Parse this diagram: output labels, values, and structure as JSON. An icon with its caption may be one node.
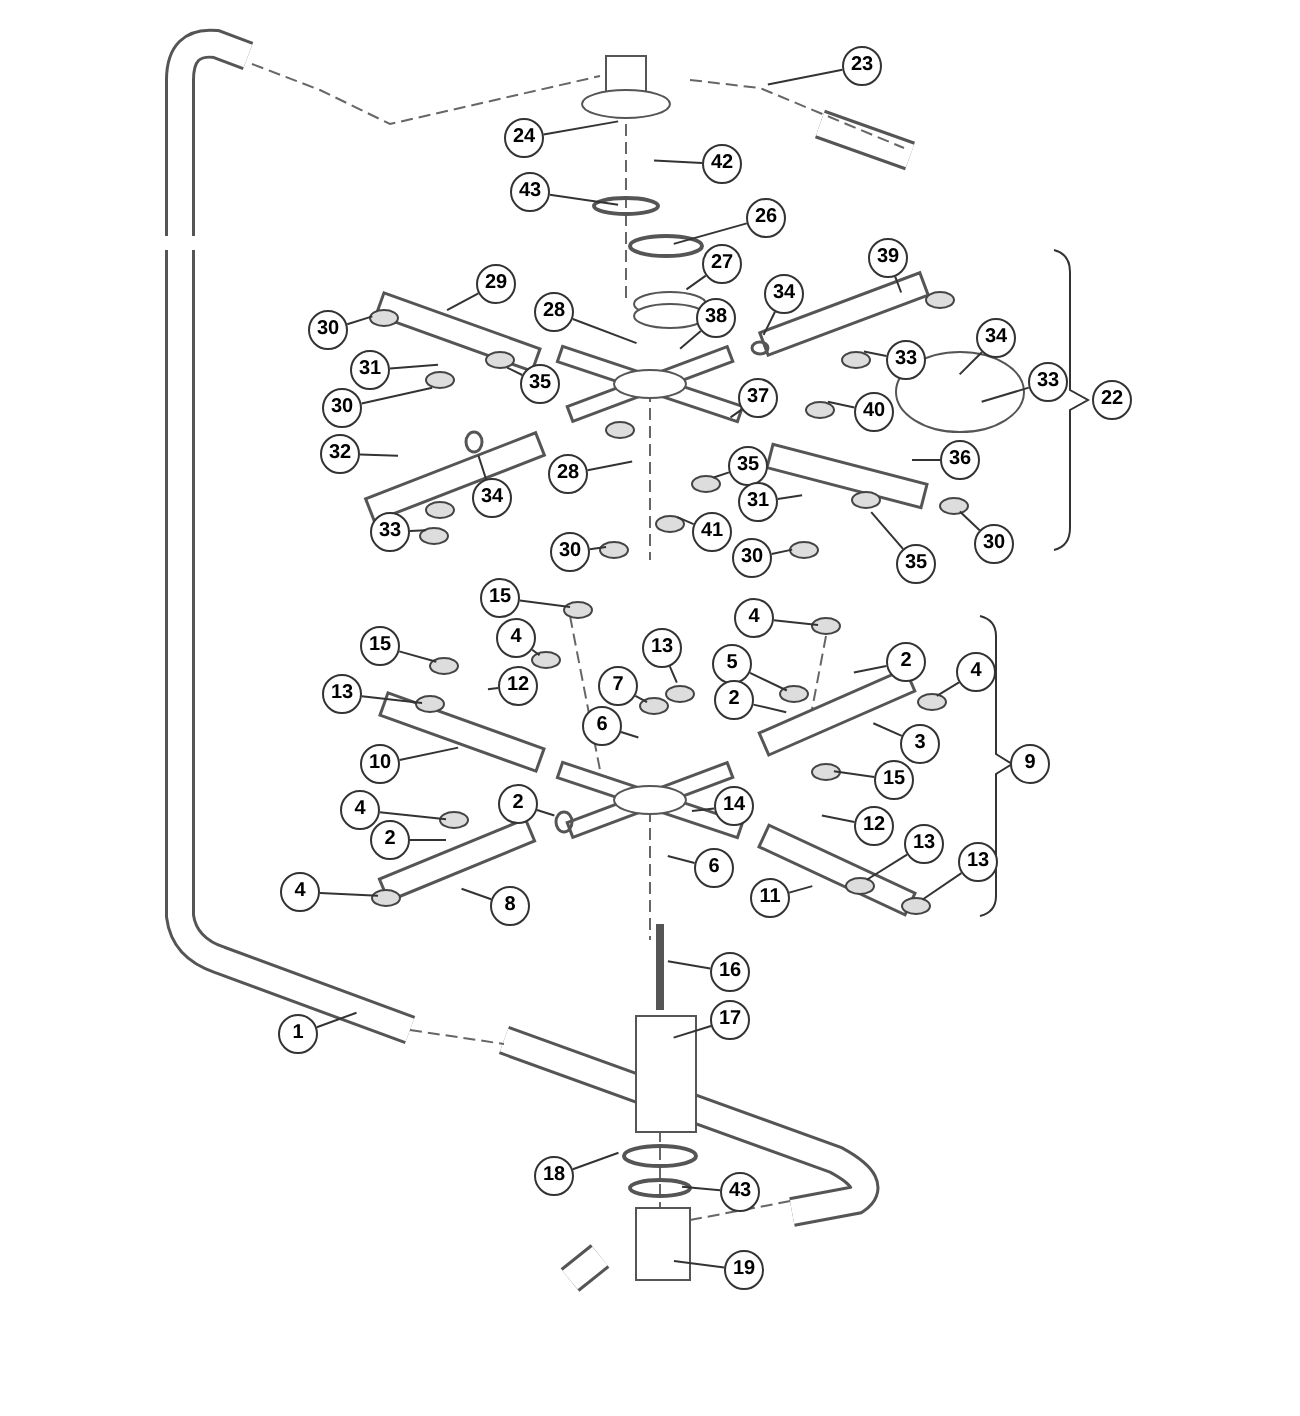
{
  "diagram": {
    "nodes": [
      {
        "text": [
          "23"
        ]
      },
      {
        "text": [
          "24"
        ]
      },
      {
        "text": [
          "42"
        ]
      },
      {
        "text": [
          "43"
        ]
      },
      {
        "text": [
          "26"
        ]
      },
      {
        "text": [
          "39"
        ]
      },
      {
        "text": [
          "27"
        ]
      },
      {
        "text": [
          "29"
        ]
      },
      {
        "text": [
          "34"
        ]
      },
      {
        "text": [
          "28"
        ]
      },
      {
        "text": [
          "38"
        ]
      },
      {
        "text": [
          "30"
        ]
      },
      {
        "text": [
          "34"
        ]
      },
      {
        "text": [
          "33"
        ]
      },
      {
        "text": [
          "31"
        ]
      },
      {
        "text": [
          "35"
        ]
      },
      {
        "text": [
          "33"
        ]
      },
      {
        "text": [
          "37"
        ]
      },
      {
        "text": [
          "22"
        ]
      },
      {
        "text": [
          "30"
        ]
      },
      {
        "text": [
          "40"
        ]
      },
      {
        "text": [
          "32"
        ]
      },
      {
        "text": [
          "36"
        ]
      },
      {
        "text": [
          "35"
        ]
      },
      {
        "text": [
          "28"
        ]
      },
      {
        "text": [
          "34"
        ]
      },
      {
        "text": [
          "31"
        ]
      },
      {
        "text": [
          "33"
        ]
      },
      {
        "text": [
          "41"
        ]
      },
      {
        "text": [
          "30"
        ]
      },
      {
        "text": [
          "30"
        ]
      },
      {
        "text": [
          "30"
        ]
      },
      {
        "text": [
          "35"
        ]
      },
      {
        "text": [
          "15"
        ]
      },
      {
        "text": [
          "4"
        ]
      },
      {
        "text": [
          "4"
        ]
      },
      {
        "text": [
          "15"
        ]
      },
      {
        "text": [
          "13"
        ]
      },
      {
        "text": [
          "2"
        ]
      },
      {
        "text": [
          "5"
        ]
      },
      {
        "text": [
          "4"
        ]
      },
      {
        "text": [
          "12"
        ]
      },
      {
        "text": [
          "7"
        ]
      },
      {
        "text": [
          "13"
        ]
      },
      {
        "text": [
          "2"
        ]
      },
      {
        "text": [
          "6"
        ]
      },
      {
        "text": [
          "3"
        ]
      },
      {
        "text": [
          "10"
        ]
      },
      {
        "text": [
          "9"
        ]
      },
      {
        "text": [
          "15"
        ]
      },
      {
        "text": [
          "2"
        ]
      },
      {
        "text": [
          "14"
        ]
      },
      {
        "text": [
          "4"
        ]
      },
      {
        "text": [
          "12"
        ]
      },
      {
        "text": [
          "2"
        ]
      },
      {
        "text": [
          "13"
        ]
      },
      {
        "text": [
          "13"
        ]
      },
      {
        "text": [
          "6"
        ]
      },
      {
        "text": [
          "4"
        ]
      },
      {
        "text": [
          "11"
        ]
      },
      {
        "text": [
          "8"
        ]
      },
      {
        "text": [
          "16"
        ]
      },
      {
        "text": [
          "17"
        ]
      },
      {
        "text": [
          "1"
        ]
      },
      {
        "text": [
          "18"
        ]
      },
      {
        "text": [
          "43"
        ]
      },
      {
        "text": [
          "19"
        ]
      }
    ],
    "edges": [
      {
        "from": 0,
        "to": null,
        "arrow": "none"
      },
      {
        "from": 1,
        "to": null,
        "arrow": "none"
      },
      {
        "from": 2,
        "to": null,
        "arrow": "none"
      },
      {
        "from": 3,
        "to": null,
        "arrow": "none"
      },
      {
        "from": 4,
        "to": null,
        "arrow": "none"
      },
      {
        "from": 5,
        "to": null,
        "arrow": "none"
      },
      {
        "from": 6,
        "to": null,
        "arrow": "none"
      },
      {
        "from": 7,
        "to": null,
        "arrow": "none"
      },
      {
        "from": 8,
        "to": null,
        "arrow": "none"
      },
      {
        "from": 9,
        "to": null,
        "arrow": "none"
      },
      {
        "from": 10,
        "to": null,
        "arrow": "none"
      },
      {
        "from": 11,
        "to": null,
        "arrow": "none"
      },
      {
        "from": 12,
        "to": null,
        "arrow": "none"
      },
      {
        "from": 13,
        "to": null,
        "arrow": "none"
      },
      {
        "from": 14,
        "to": null,
        "arrow": "none"
      },
      {
        "from": 15,
        "to": null,
        "arrow": "none"
      },
      {
        "from": 16,
        "to": null,
        "arrow": "none"
      },
      {
        "from": 17,
        "to": null,
        "arrow": "none"
      },
      {
        "from": 19,
        "to": null,
        "arrow": "none"
      },
      {
        "from": 20,
        "to": null,
        "arrow": "none"
      },
      {
        "from": 21,
        "to": null,
        "arrow": "none"
      },
      {
        "from": 22,
        "to": null,
        "arrow": "none"
      },
      {
        "from": 23,
        "to": null,
        "arrow": "none"
      },
      {
        "from": 24,
        "to": null,
        "arrow": "none"
      },
      {
        "from": 25,
        "to": null,
        "arrow": "none"
      },
      {
        "from": 26,
        "to": null,
        "arrow": "none"
      },
      {
        "from": 27,
        "to": null,
        "arrow": "none"
      },
      {
        "from": 28,
        "to": null,
        "arrow": "none"
      },
      {
        "from": 29,
        "to": null,
        "arrow": "none"
      },
      {
        "from": 30,
        "to": null,
        "arrow": "none"
      },
      {
        "from": 31,
        "to": null,
        "arrow": "none"
      },
      {
        "from": 32,
        "to": null,
        "arrow": "none"
      },
      {
        "from": 33,
        "to": null,
        "arrow": "none"
      },
      {
        "from": 34,
        "to": null,
        "arrow": "none"
      },
      {
        "from": 35,
        "to": null,
        "arrow": "none"
      },
      {
        "from": 36,
        "to": null,
        "arrow": "none"
      },
      {
        "from": 37,
        "to": null,
        "arrow": "none"
      },
      {
        "from": 38,
        "to": null,
        "arrow": "none"
      },
      {
        "from": 39,
        "to": null,
        "arrow": "none"
      },
      {
        "from": 40,
        "to": null,
        "arrow": "none"
      },
      {
        "from": 41,
        "to": null,
        "arrow": "none"
      },
      {
        "from": 42,
        "to": null,
        "arrow": "none"
      },
      {
        "from": 43,
        "to": null,
        "arrow": "none"
      },
      {
        "from": 44,
        "to": null,
        "arrow": "none"
      },
      {
        "from": 45,
        "to": null,
        "arrow": "none"
      },
      {
        "from": 46,
        "to": null,
        "arrow": "none"
      },
      {
        "from": 47,
        "to": null,
        "arrow": "none"
      },
      {
        "from": 49,
        "to": null,
        "arrow": "none"
      },
      {
        "from": 50,
        "to": null,
        "arrow": "none"
      },
      {
        "from": 51,
        "to": null,
        "arrow": "none"
      },
      {
        "from": 52,
        "to": null,
        "arrow": "none"
      },
      {
        "from": 53,
        "to": null,
        "arrow": "none"
      },
      {
        "from": 54,
        "to": null,
        "arrow": "none"
      },
      {
        "from": 55,
        "to": null,
        "arrow": "none"
      },
      {
        "from": 56,
        "to": null,
        "arrow": "none"
      },
      {
        "from": 57,
        "to": null,
        "arrow": "none"
      },
      {
        "from": 58,
        "to": null,
        "arrow": "none"
      },
      {
        "from": 59,
        "to": null,
        "arrow": "none"
      },
      {
        "from": 60,
        "to": null,
        "arrow": "none"
      },
      {
        "from": 61,
        "to": null,
        "arrow": "none"
      },
      {
        "from": 62,
        "to": null,
        "arrow": "none"
      },
      {
        "from": 63,
        "to": null,
        "arrow": "none"
      },
      {
        "from": 64,
        "to": null,
        "arrow": "none"
      },
      {
        "from": 65,
        "to": null,
        "arrow": "none"
      },
      {
        "from": 66,
        "to": null,
        "arrow": "none"
      }
    ]
  }
}
